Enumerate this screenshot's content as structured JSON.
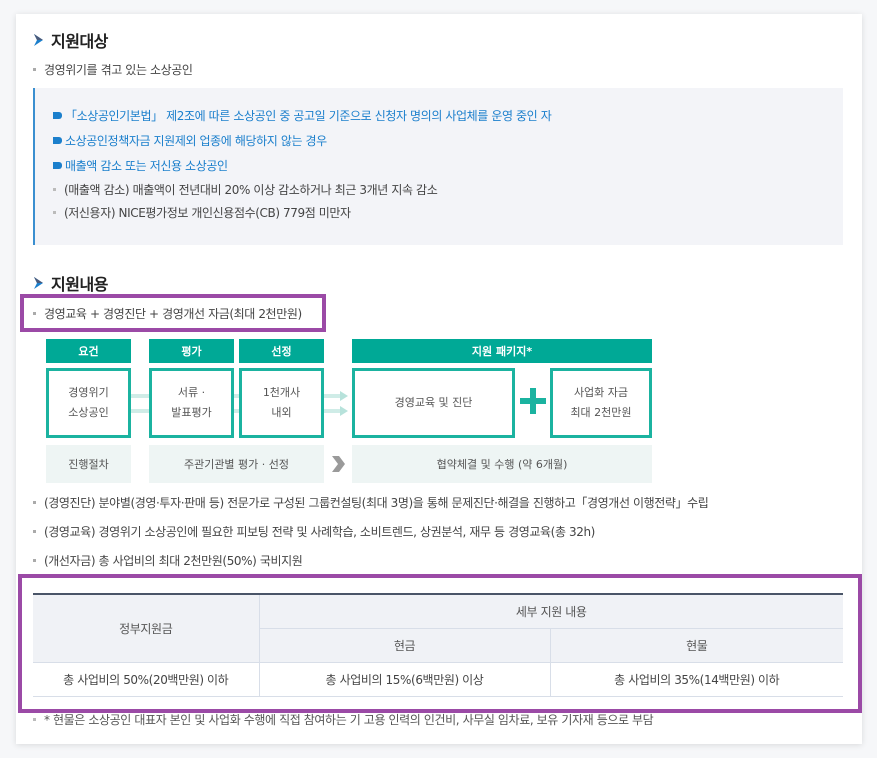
{
  "target": {
    "title": "지원대상",
    "intro": "경영위기를 겪고 있는 소상공인",
    "criteria": [
      "「소상공인기본법」 제2조에 따른 소상공인 중 공고일 기준으로 신청자 명의의 사업체를 운영 중인 자",
      "소상공인정책자금 지원제외 업종에 해당하지 않는 경우",
      "매출액 감소 또는 저신용 소상공인"
    ],
    "sub_criteria": [
      "(매출액 감소) 매출액이 전년대비 20% 이상 감소하거나 최근 3개년 지속 감소",
      "(저신용자) NICE평가정보 개인신용점수(CB) 779점 미만자"
    ]
  },
  "content": {
    "title": "지원내용",
    "summary": "경영교육 + 경영진단 + 경영개선 자금(최대 2천만원)",
    "diagram": {
      "headers": {
        "requirement": "요건",
        "evaluation": "평가",
        "selection": "선정",
        "package": "지원 패키지*"
      },
      "boxes": {
        "requirement": "경영위기\n소상공인",
        "evaluation": "서류 ·\n발표평가",
        "selection": "1천개사\n내외",
        "education": "경영교육 및 진단",
        "funding": "사업화 자금\n최대 2천만원"
      },
      "footer": {
        "process": "진행절차",
        "eval_select": "주관기관별 평가 · 선정",
        "contract": "협약체결 및 수행 (약 6개월)"
      },
      "colors": {
        "teal": "#00a996",
        "border": "#1bb3a0",
        "footer_bg": "#eef5f4"
      }
    },
    "details": [
      "(경영진단) 분야별(경영·투자·판매 등) 전문가로 구성된 그룹컨설팅(최대 3명)을 통해 문제진단·해결을 진행하고「경영개선 이행전략」수립",
      "(경영교육) 경영위기 소상공인에 필요한 피보팅 전략 및 사례학습, 소비트렌드, 상권분석, 재무 등 경영교육(총 32h)",
      "(개선자금) 총 사업비의 최대 2천만원(50%) 국비지원"
    ],
    "table": {
      "col_gov": "정부지원금",
      "col_detail": "세부 지원 내용",
      "col_cash": "현금",
      "col_inkind": "현물",
      "row": {
        "gov": "총 사업비의 50%(20백만원) 이하",
        "cash": "총 사업비의 15%(6백만원) 이상",
        "inkind": "총 사업비의 35%(14백만원) 이하"
      }
    },
    "footnote": "* 현물은 소상공인 대표자 본인 및 사업화 수행에 직접 참여하는 기 고용 인력의 인건비, 사무실 임차료, 보유 기자재 등으로 부담"
  },
  "colors": {
    "accent_blue": "#1b7fcc",
    "highlight_purple": "#9b4aa6",
    "info_bg": "#f3f4f8"
  }
}
